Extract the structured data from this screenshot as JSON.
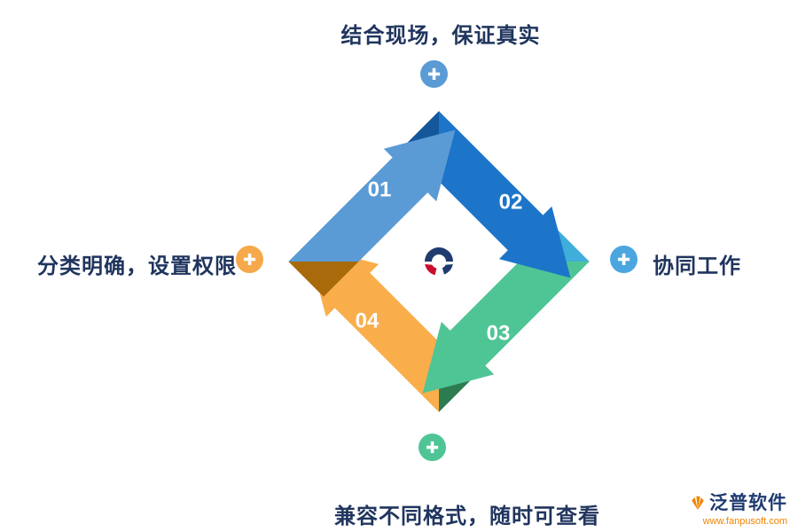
{
  "callouts": {
    "top": "结合现场，保证真实",
    "right": "协同工作",
    "left": "分类明确，设置权限",
    "bottom": "兼容不同格式，随时可查看"
  },
  "steps": [
    "01",
    "02",
    "03",
    "04"
  ],
  "glyphs": {
    "plus": "✚"
  },
  "brand": {
    "name": "泛普软件",
    "url": "www.fanpusoft.com"
  },
  "colors": {
    "arrow1": "#5B9BD5",
    "arrow2": "#1C75C9",
    "arrow3": "#4FC596",
    "arrow4": "#F9AE4B",
    "fold1": "#A86A0B",
    "fold2": "#14589B",
    "fold3": "#3FAED8",
    "fold4": "#2D7B50",
    "plus_top": "#5B9BD5",
    "plus_right": "#4BA6E0",
    "plus_left": "#F5A94A",
    "plus_bottom": "#4FC596",
    "text": "#20355E",
    "brand_navy": "#1F3B70",
    "brand_orange": "#F08300",
    "logo_navy": "#1F3B70",
    "logo_red": "#C8102E"
  }
}
